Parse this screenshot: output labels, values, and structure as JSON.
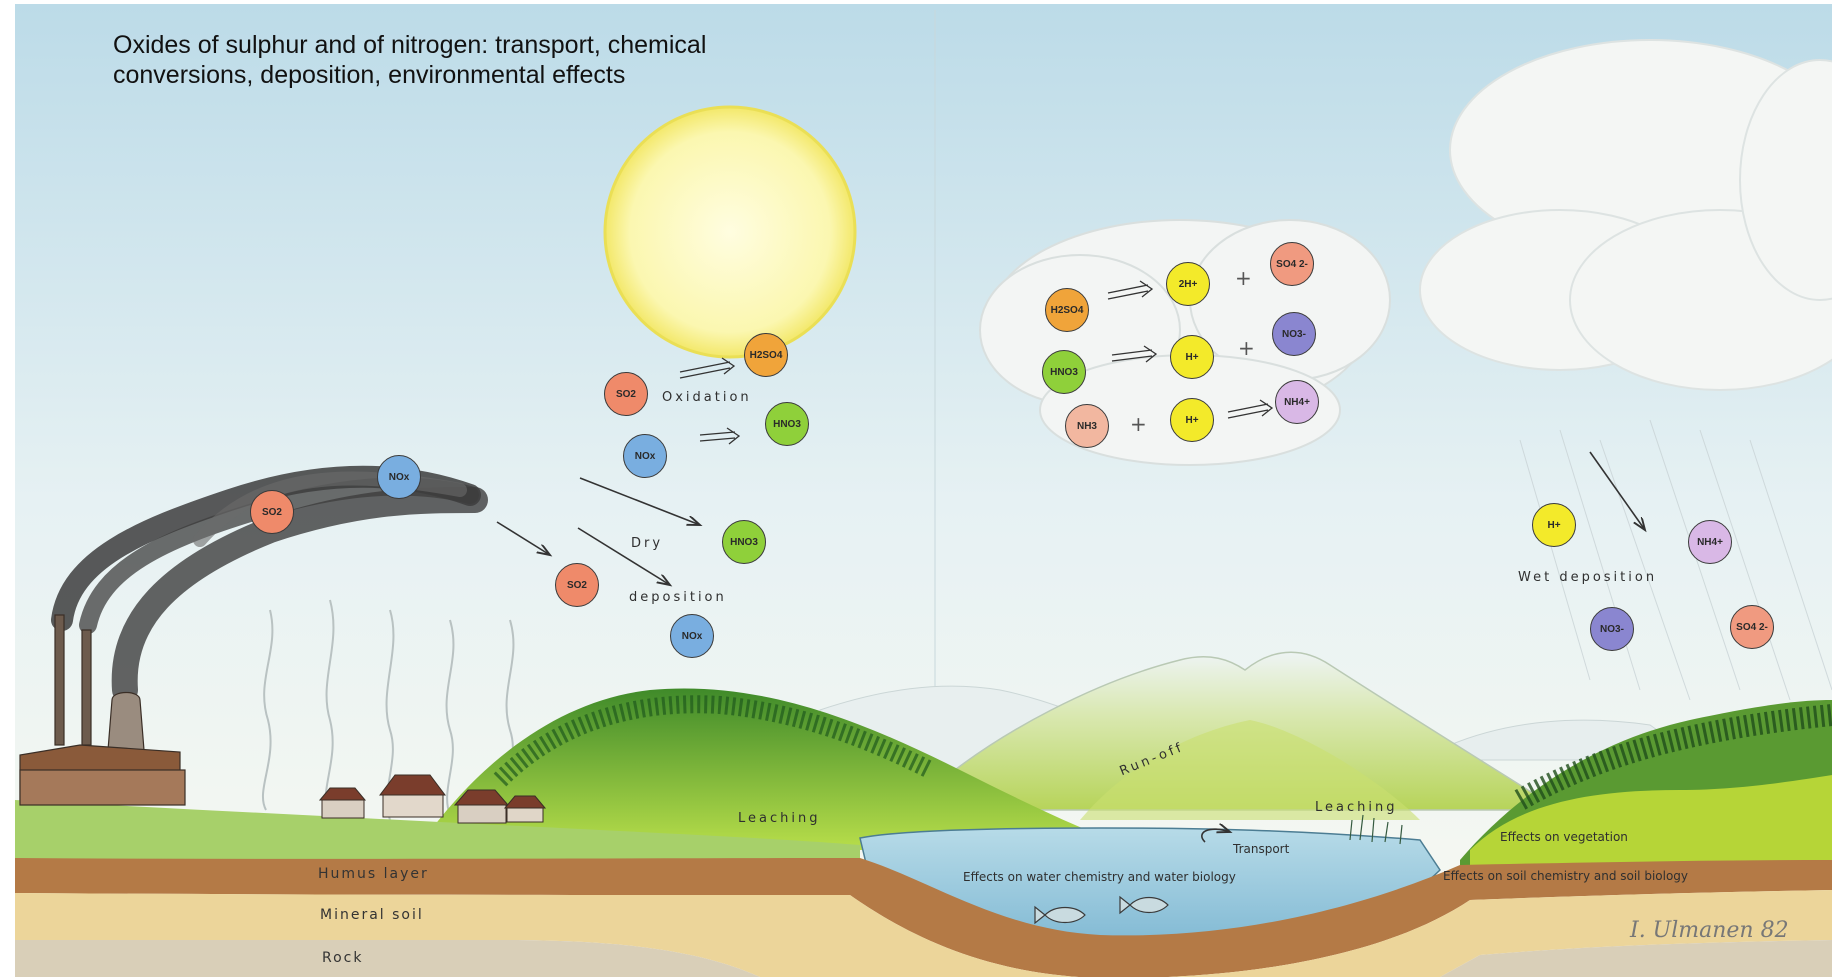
{
  "title": {
    "line1": "Oxides of sulphur and of nitrogen: transport, chemical",
    "line2": "conversions, deposition, environmental effects"
  },
  "molecules": {
    "so2_smoke": "SO2",
    "nox_smoke": "NOx",
    "so2_oxidation": "SO2",
    "h2so4_oxidation": "H2SO4",
    "nox_oxidation": "NOx",
    "hno3_oxidation": "HNO3",
    "hno3_dry": "HNO3",
    "so2_dry": "SO2",
    "nox_dry": "NOx",
    "h2so4_cloud": "H2SO4",
    "h2_cloud": "2H+",
    "so4_cloud": "SO4 2-",
    "hno3_cloud": "HNO3",
    "h_cloud": "H+",
    "no3_cloud": "NO3-",
    "nh3_cloud": "NH3",
    "h_cloud2": "H+",
    "nh4_cloud": "NH4+",
    "h_wet": "H+",
    "nh4_wet": "NH4+",
    "no3_wet": "NO3-",
    "so4_wet": "SO4 2-"
  },
  "labels": {
    "oxidation": "Oxidation",
    "dry": "Dry",
    "deposition": "deposition",
    "wet_deposition": "Wet deposition",
    "leaching_left": "Leaching",
    "leaching_right": "Leaching",
    "run_off": "Run-off",
    "transport": "Transport",
    "effects_vegetation": "Effects on vegetation",
    "effects_water": "Effects on water chemistry and water biology",
    "effects_soil": "Effects on soil chemistry and soil biology",
    "humus": "Humus layer",
    "mineral": "Mineral soil",
    "rock": "Rock",
    "signature": "I. Ulmanen 82",
    "plus": "+"
  },
  "colors": {
    "so2": "#ef8a6a",
    "nox": "#79aee0",
    "h2so4": "#f0a43a",
    "hno3": "#8fd03a",
    "hplus": "#f3ea2a",
    "so4": "#f09a80",
    "no3": "#8a86d0",
    "nh4": "#d9b8e6",
    "nh3": "#f2b7a0",
    "sun": "#f7f4a0",
    "sky": "#cfe6ef"
  }
}
